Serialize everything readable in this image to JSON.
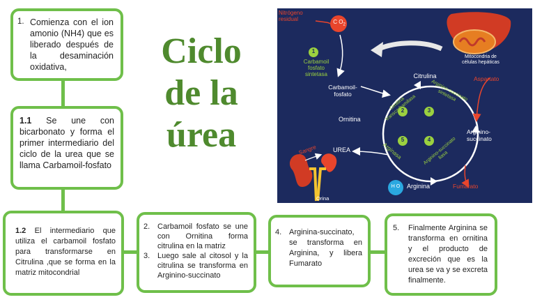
{
  "title": {
    "line1": "Ciclo",
    "line2": "de la",
    "line3": "úrea"
  },
  "steps": {
    "s1": {
      "num": "1.",
      "text": "Comienza con el ion amonio (NH4) que es liberado después de la desaminación oxidativa,"
    },
    "s11": {
      "num": "1.1",
      "text": "Se une con bicarbonato y forma el primer intermediario del ciclo de la urea que se llama Carbamoil-fosfato"
    },
    "s12": {
      "num": "1.2",
      "text": "El intermediario que utiliza el carbamoil fosfato para transformarse en Citrulina ,que se forma en la matriz mitocondrial"
    },
    "s2": {
      "num": "2.",
      "text": "Carbamoil fosfato se une con Ornitina forma citrulina en la matriz"
    },
    "s3": {
      "num": "3.",
      "text": "Luego sale al citosol y la citrulina se transforma en Arginino-succinato"
    },
    "s4": {
      "num": "4.",
      "text": "Arginina-succinato, se transforma en Arginina, y libera Fumarato"
    },
    "s5": {
      "num": "5.",
      "text": "Finalmente Arginina se transforma en ornitina y el producto de excreción que es la urea se va y se excreta finalmente."
    }
  },
  "figure": {
    "nitrogen": "Nitrógeno\nresidual",
    "co2": "C O",
    "co2_sub": "2",
    "enzyme1": "Carbamoil\nfosfato\nsintetasa",
    "carbamoil": "Carbamoil-\nfosfato",
    "citrulina": "Citrulina",
    "ornitina": "Ornitina",
    "arg_succ_synth": "Arginino-succinato\nsintetasa",
    "ornitina_transc": "Ornitina\ntranscarbamilasa",
    "aspartato": "Aspartato",
    "arginino_succinato": "Arginino-\nsuccinato",
    "liasa": "Arginino-succinato\nliasa",
    "arginasa": "Arginasa",
    "urea": "UREA",
    "sangre": "Sangre",
    "orina": "Orina",
    "h2o": "H O",
    "arginina": "Arginina",
    "fumarato": "Fumarato",
    "mito": "Mitocondria de\ncélulas hepáticas",
    "nums": [
      "1",
      "2",
      "3",
      "4",
      "5"
    ],
    "colors": {
      "bg": "#1c2a5e",
      "green": "#9bd13f",
      "red": "#e8452c",
      "white": "#ffffff",
      "blue": "#2aa8e0"
    }
  }
}
